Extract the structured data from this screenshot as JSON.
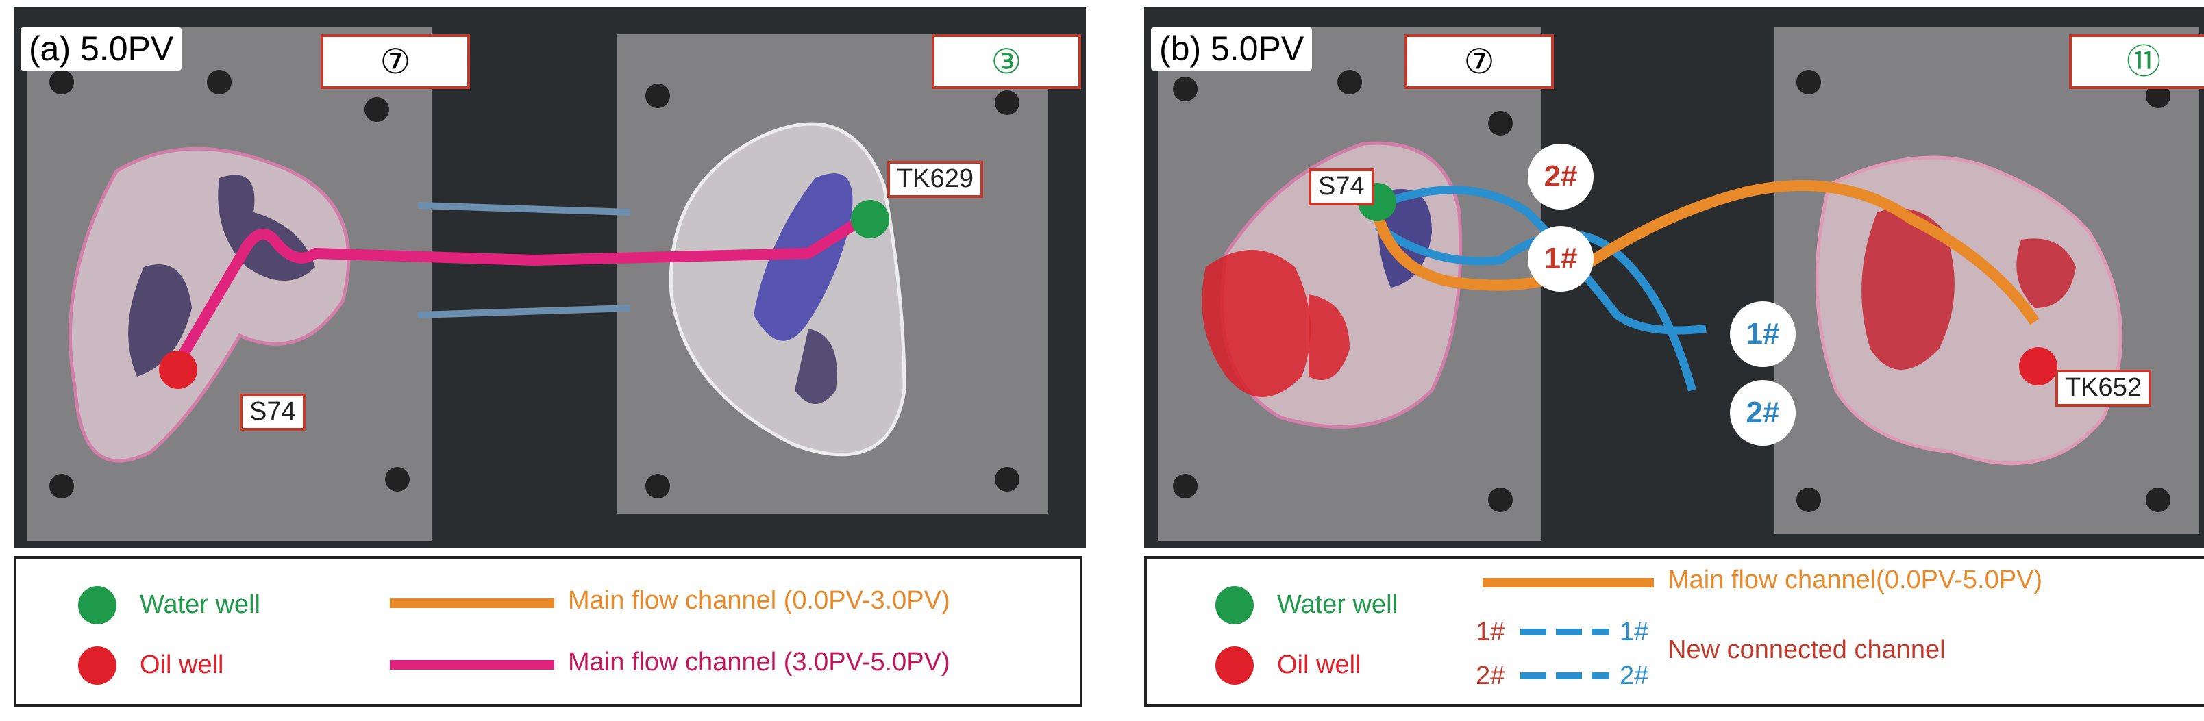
{
  "panel_a": {
    "label": "(a) 5.0PV",
    "box_left": "⑦",
    "box_right": "③",
    "wells": {
      "water": "TK629",
      "oil": "S74"
    },
    "legend": {
      "water_well": "Water  well",
      "oil_well": "Oil  well",
      "channel_1": "Main flow channel (0.0PV-3.0PV)",
      "channel_2": "Main flow channel (3.0PV-5.0PV)"
    }
  },
  "panel_b": {
    "label": "(b) 5.0PV",
    "box_left": "⑦",
    "box_right": "⑪",
    "wells": {
      "water": "S74",
      "oil": "TK652"
    },
    "channel_labels": [
      "2#",
      "1#",
      "1#",
      "2#"
    ],
    "legend": {
      "water_well": "Water  well",
      "oil_well": "Oil  well",
      "channel_main": "Main  flow  channel(0.0PV-5.0PV)",
      "left_1": "1#",
      "right_1": "1#",
      "left_2": "2#",
      "right_2": "2#",
      "new_channel": "New  connected channel"
    }
  },
  "colors": {
    "water_well": "#1e9a4a",
    "oil_well": "#e0202a",
    "orange_channel": "#e8892a",
    "magenta_channel": "#e0247e",
    "blue_channel": "#2a8fcf",
    "label_red": "#c0392b",
    "legend_text_orange": "#e8892a",
    "legend_text_magenta": "#c2185b"
  }
}
